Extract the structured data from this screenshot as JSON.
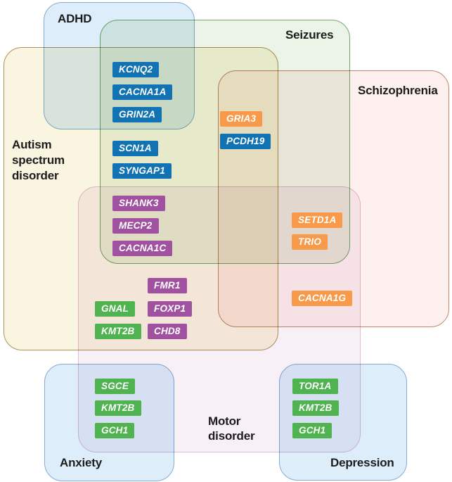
{
  "regions": {
    "adhd": {
      "label": "ADHD"
    },
    "seizures": {
      "label": "Seizures"
    },
    "schizophrenia": {
      "label": "Schizophrenia"
    },
    "autism": {
      "label": "Autism\nspectrum\ndisorder"
    },
    "motor": {
      "label": "Motor\ndisorder"
    },
    "anxiety": {
      "label": "Anxiety"
    },
    "depression": {
      "label": "Depression"
    }
  },
  "colors": {
    "seizure-gene": "#1173b4",
    "autism-gene": "#a0519f",
    "schizophrenia-gene": "#f89a4a",
    "movement-gene": "#4fb350",
    "adhd-fill": "#ddedfa",
    "seizures-fill": "#ebf4e6",
    "autism-fill": "#faf5e0",
    "schizophrenia-fill": "#fdf0ee",
    "motor-fill": "#f8f0f7",
    "anxiety-fill": "#ddedfa",
    "depression-fill": "#ddedfa"
  },
  "genes": [
    {
      "label": "KCNQ2",
      "category": "seizure"
    },
    {
      "label": "CACNA1A",
      "category": "seizure"
    },
    {
      "label": "GRIN2A",
      "category": "seizure"
    },
    {
      "label": "SCN1A",
      "category": "seizure"
    },
    {
      "label": "SYNGAP1",
      "category": "seizure"
    },
    {
      "label": "GRIA3",
      "category": "schizophrenia"
    },
    {
      "label": "PCDH19",
      "category": "seizure"
    },
    {
      "label": "SHANK3",
      "category": "autism"
    },
    {
      "label": "MECP2",
      "category": "autism"
    },
    {
      "label": "CACNA1C",
      "category": "autism"
    },
    {
      "label": "SETD1A",
      "category": "schizophrenia"
    },
    {
      "label": "TRIO",
      "category": "schizophrenia"
    },
    {
      "label": "CACNA1G",
      "category": "schizophrenia"
    },
    {
      "label": "FMR1",
      "category": "autism"
    },
    {
      "label": "FOXP1",
      "category": "autism"
    },
    {
      "label": "CHD8",
      "category": "autism"
    },
    {
      "label": "GNAL",
      "category": "movement"
    },
    {
      "label": "KMT2B",
      "category": "movement"
    },
    {
      "label": "SGCE",
      "category": "movement"
    },
    {
      "label": "KMT2B",
      "category": "movement"
    },
    {
      "label": "GCH1",
      "category": "movement"
    },
    {
      "label": "TOR1A",
      "category": "movement"
    },
    {
      "label": "KMT2B",
      "category": "movement"
    },
    {
      "label": "GCH1",
      "category": "movement"
    }
  ]
}
